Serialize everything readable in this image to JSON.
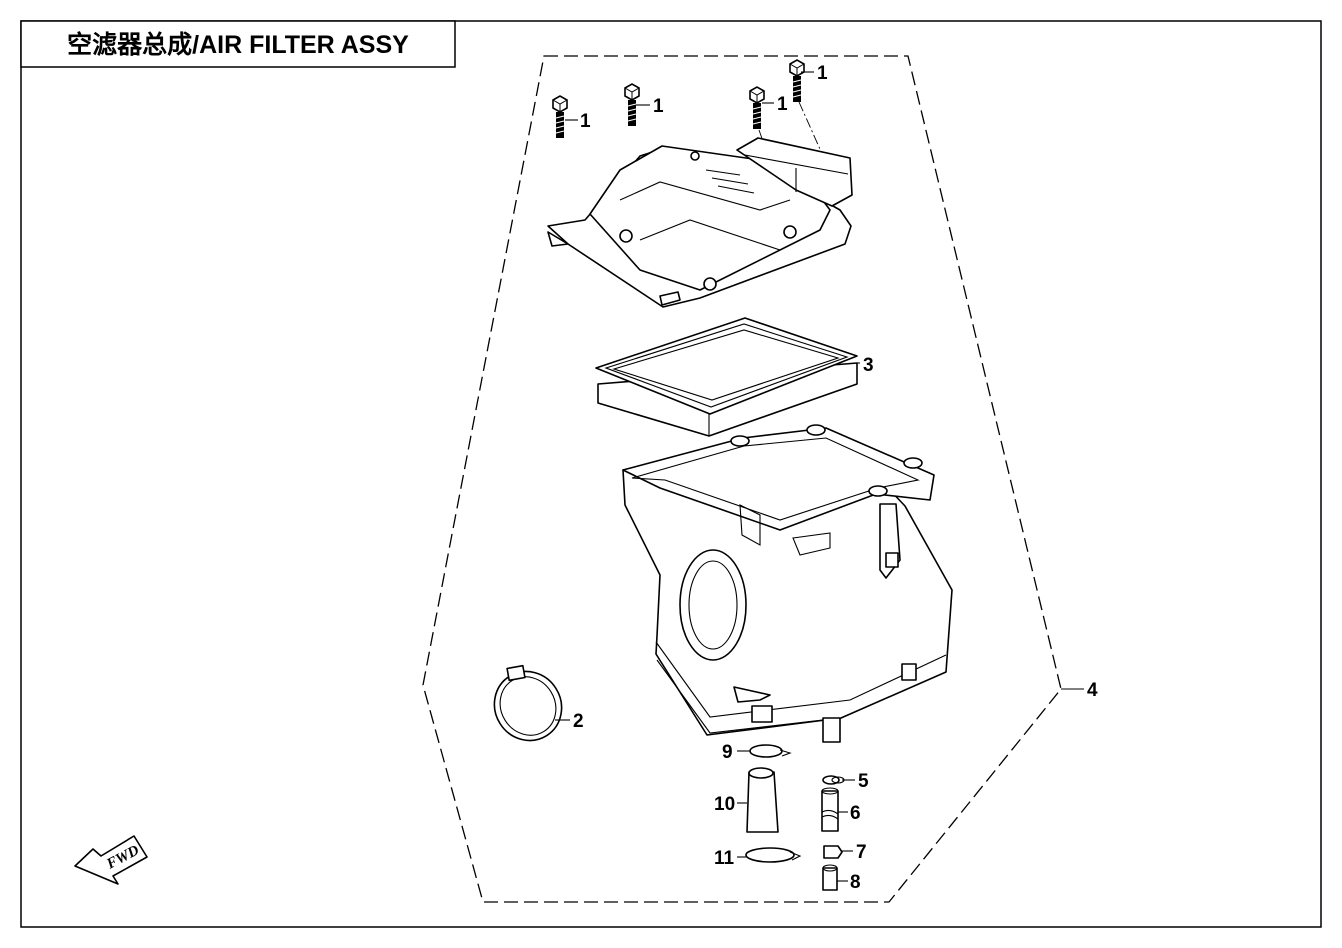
{
  "title": "空滤器总成/AIR FILTER ASSY",
  "fwd_label": "FWD",
  "callouts": [
    {
      "id": "bolt-a",
      "label": "1"
    },
    {
      "id": "bolt-b",
      "label": "1"
    },
    {
      "id": "bolt-c",
      "label": "1"
    },
    {
      "id": "bolt-d",
      "label": "1"
    },
    {
      "id": "hose-clamp",
      "label": "2"
    },
    {
      "id": "filter-element",
      "label": "3"
    },
    {
      "id": "assembly",
      "label": "4"
    },
    {
      "id": "small-clip",
      "label": "5"
    },
    {
      "id": "drain-tube",
      "label": "6"
    },
    {
      "id": "tube-cap",
      "label": "7"
    },
    {
      "id": "plug",
      "label": "8"
    },
    {
      "id": "ring-clip",
      "label": "9"
    },
    {
      "id": "drain-sleeve",
      "label": "10"
    },
    {
      "id": "spring-clip",
      "label": "11"
    }
  ]
}
